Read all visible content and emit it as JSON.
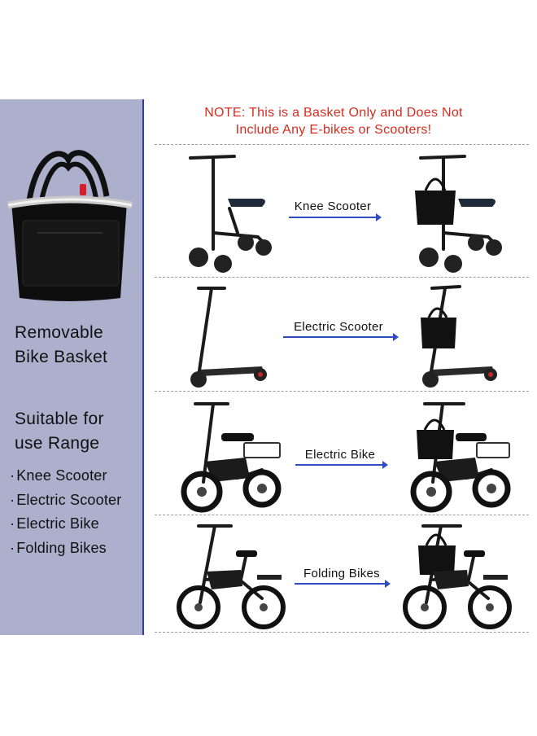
{
  "note": {
    "line1": "NOTE:  This is a Basket Only and Does Not",
    "line2": "Include Any E-bikes or Scooters!"
  },
  "sidebar": {
    "heading1_line1": "Removable",
    "heading1_line2": "Bike Basket",
    "heading2_line1": "Suitable for",
    "heading2_line2": "use Range",
    "items": [
      {
        "bullet": "·",
        "label": "Knee Scooter"
      },
      {
        "bullet": "·",
        "label": "Electric Scooter"
      },
      {
        "bullet": "·",
        "label": "Electric Bike"
      },
      {
        "bullet": "·",
        "label": "Folding Bikes"
      }
    ]
  },
  "rows": [
    {
      "label": "Knee Scooter",
      "icon": "knee-scooter"
    },
    {
      "label": "Electric Scooter",
      "icon": "electric-scooter"
    },
    {
      "label": "Electric Bike",
      "icon": "electric-bike"
    },
    {
      "label": "Folding Bikes",
      "icon": "folding-bike"
    }
  ],
  "colors": {
    "panel": "#adb0cc",
    "panel_edge": "#2d3ea0",
    "note": "#d62b1e",
    "arrow": "#2e4cc0"
  }
}
